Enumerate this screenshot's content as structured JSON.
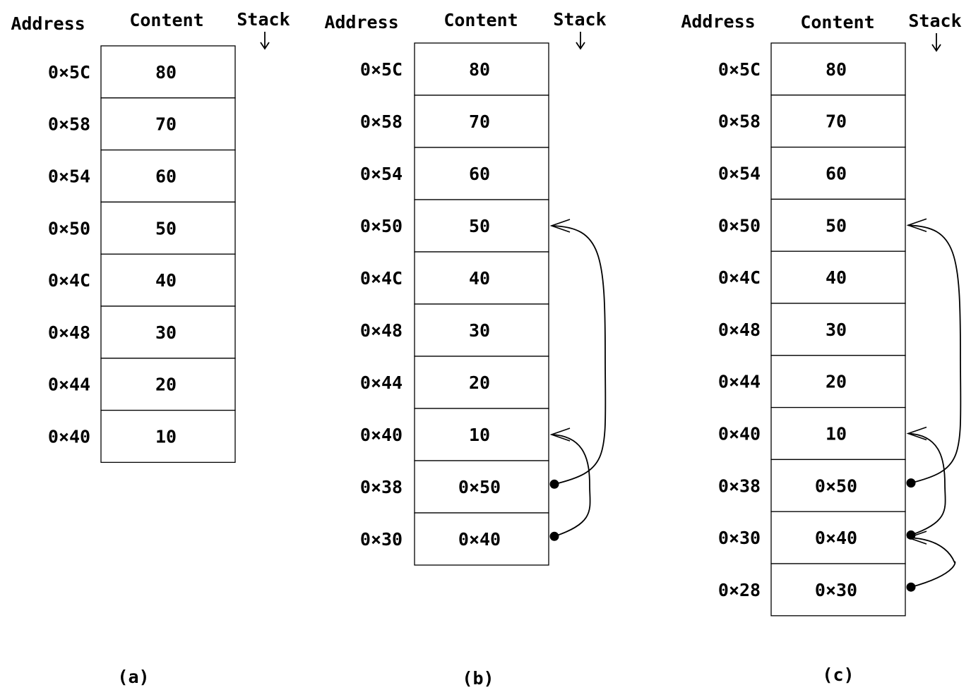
{
  "header_labels": {
    "address": "Address",
    "content": "Content",
    "stack": "Stack"
  },
  "panels": [
    {
      "caption": "(a)",
      "rows": [
        {
          "address": "0×5C",
          "content": "80"
        },
        {
          "address": "0×58",
          "content": "70"
        },
        {
          "address": "0×54",
          "content": "60"
        },
        {
          "address": "0×50",
          "content": "50"
        },
        {
          "address": "0×4C",
          "content": "40"
        },
        {
          "address": "0×48",
          "content": "30"
        },
        {
          "address": "0×44",
          "content": "20"
        },
        {
          "address": "0×40",
          "content": "10"
        }
      ],
      "pointers": []
    },
    {
      "caption": "(b)",
      "rows": [
        {
          "address": "0×5C",
          "content": "80"
        },
        {
          "address": "0×58",
          "content": "70"
        },
        {
          "address": "0×54",
          "content": "60"
        },
        {
          "address": "0×50",
          "content": "50"
        },
        {
          "address": "0×4C",
          "content": "40"
        },
        {
          "address": "0×48",
          "content": "30"
        },
        {
          "address": "0×44",
          "content": "20"
        },
        {
          "address": "0×40",
          "content": "10"
        },
        {
          "address": "0×38",
          "content": "0×50"
        },
        {
          "address": "0×30",
          "content": "0×40"
        }
      ],
      "pointers": [
        {
          "from_address": "0×38",
          "to_address": "0×50"
        },
        {
          "from_address": "0×30",
          "to_address": "0×40"
        }
      ]
    },
    {
      "caption": "(c)",
      "rows": [
        {
          "address": "0×5C",
          "content": "80"
        },
        {
          "address": "0×58",
          "content": "70"
        },
        {
          "address": "0×54",
          "content": "60"
        },
        {
          "address": "0×50",
          "content": "50"
        },
        {
          "address": "0×4C",
          "content": "40"
        },
        {
          "address": "0×48",
          "content": "30"
        },
        {
          "address": "0×44",
          "content": "20"
        },
        {
          "address": "0×40",
          "content": "10"
        },
        {
          "address": "0×38",
          "content": "0×50"
        },
        {
          "address": "0×30",
          "content": "0×40"
        },
        {
          "address": "0×28",
          "content": "0×30"
        }
      ],
      "pointers": [
        {
          "from_address": "0×38",
          "to_address": "0×50"
        },
        {
          "from_address": "0×30",
          "to_address": "0×40"
        },
        {
          "from_address": "0×28",
          "to_address": "0×30"
        }
      ]
    }
  ]
}
